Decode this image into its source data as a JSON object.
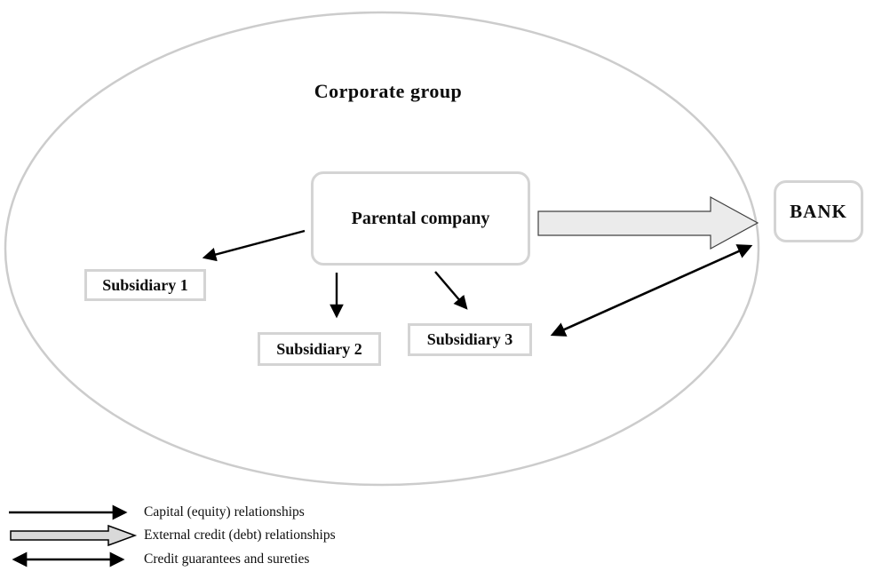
{
  "diagram": {
    "title": "Corporate group",
    "nodes": {
      "parental": {
        "label": "Parental company"
      },
      "sub1": {
        "label": "Subsidiary 1"
      },
      "sub2": {
        "label": "Subsidiary 2"
      },
      "sub3": {
        "label": "Subsidiary 3"
      },
      "bank": {
        "label": "BANK"
      }
    },
    "edges": [
      {
        "from": "parental",
        "to": "sub1",
        "type": "capital-equity",
        "style": "solid-black-arrow"
      },
      {
        "from": "parental",
        "to": "sub2",
        "type": "capital-equity",
        "style": "solid-black-arrow"
      },
      {
        "from": "parental",
        "to": "sub3",
        "type": "capital-equity",
        "style": "solid-black-arrow"
      },
      {
        "from": "parental",
        "to": "bank",
        "type": "external-credit-debt",
        "style": "gray-block-arrow"
      },
      {
        "from": "sub3",
        "to": "bank",
        "type": "credit-guarantees-sureties",
        "style": "double-headed-arrow",
        "bidirectional": true
      }
    ],
    "legend": {
      "items": [
        {
          "symbol": "solid-arrow",
          "label": "Capital (equity) relationships"
        },
        {
          "symbol": "block-arrow",
          "label": "External credit (debt) relationships"
        },
        {
          "symbol": "double-arrow",
          "label": "Credit guarantees and sureties"
        }
      ]
    },
    "colors": {
      "ellipse_stroke": "#cccccc",
      "box_border": "#d4d4d4",
      "arrow_black": "#000000",
      "block_arrow_fill": "#ebebeb",
      "block_arrow_stroke": "#404040",
      "legend_block_fill": "#d9d9d9",
      "text": "#0d0d0d",
      "background": "#ffffff"
    }
  }
}
